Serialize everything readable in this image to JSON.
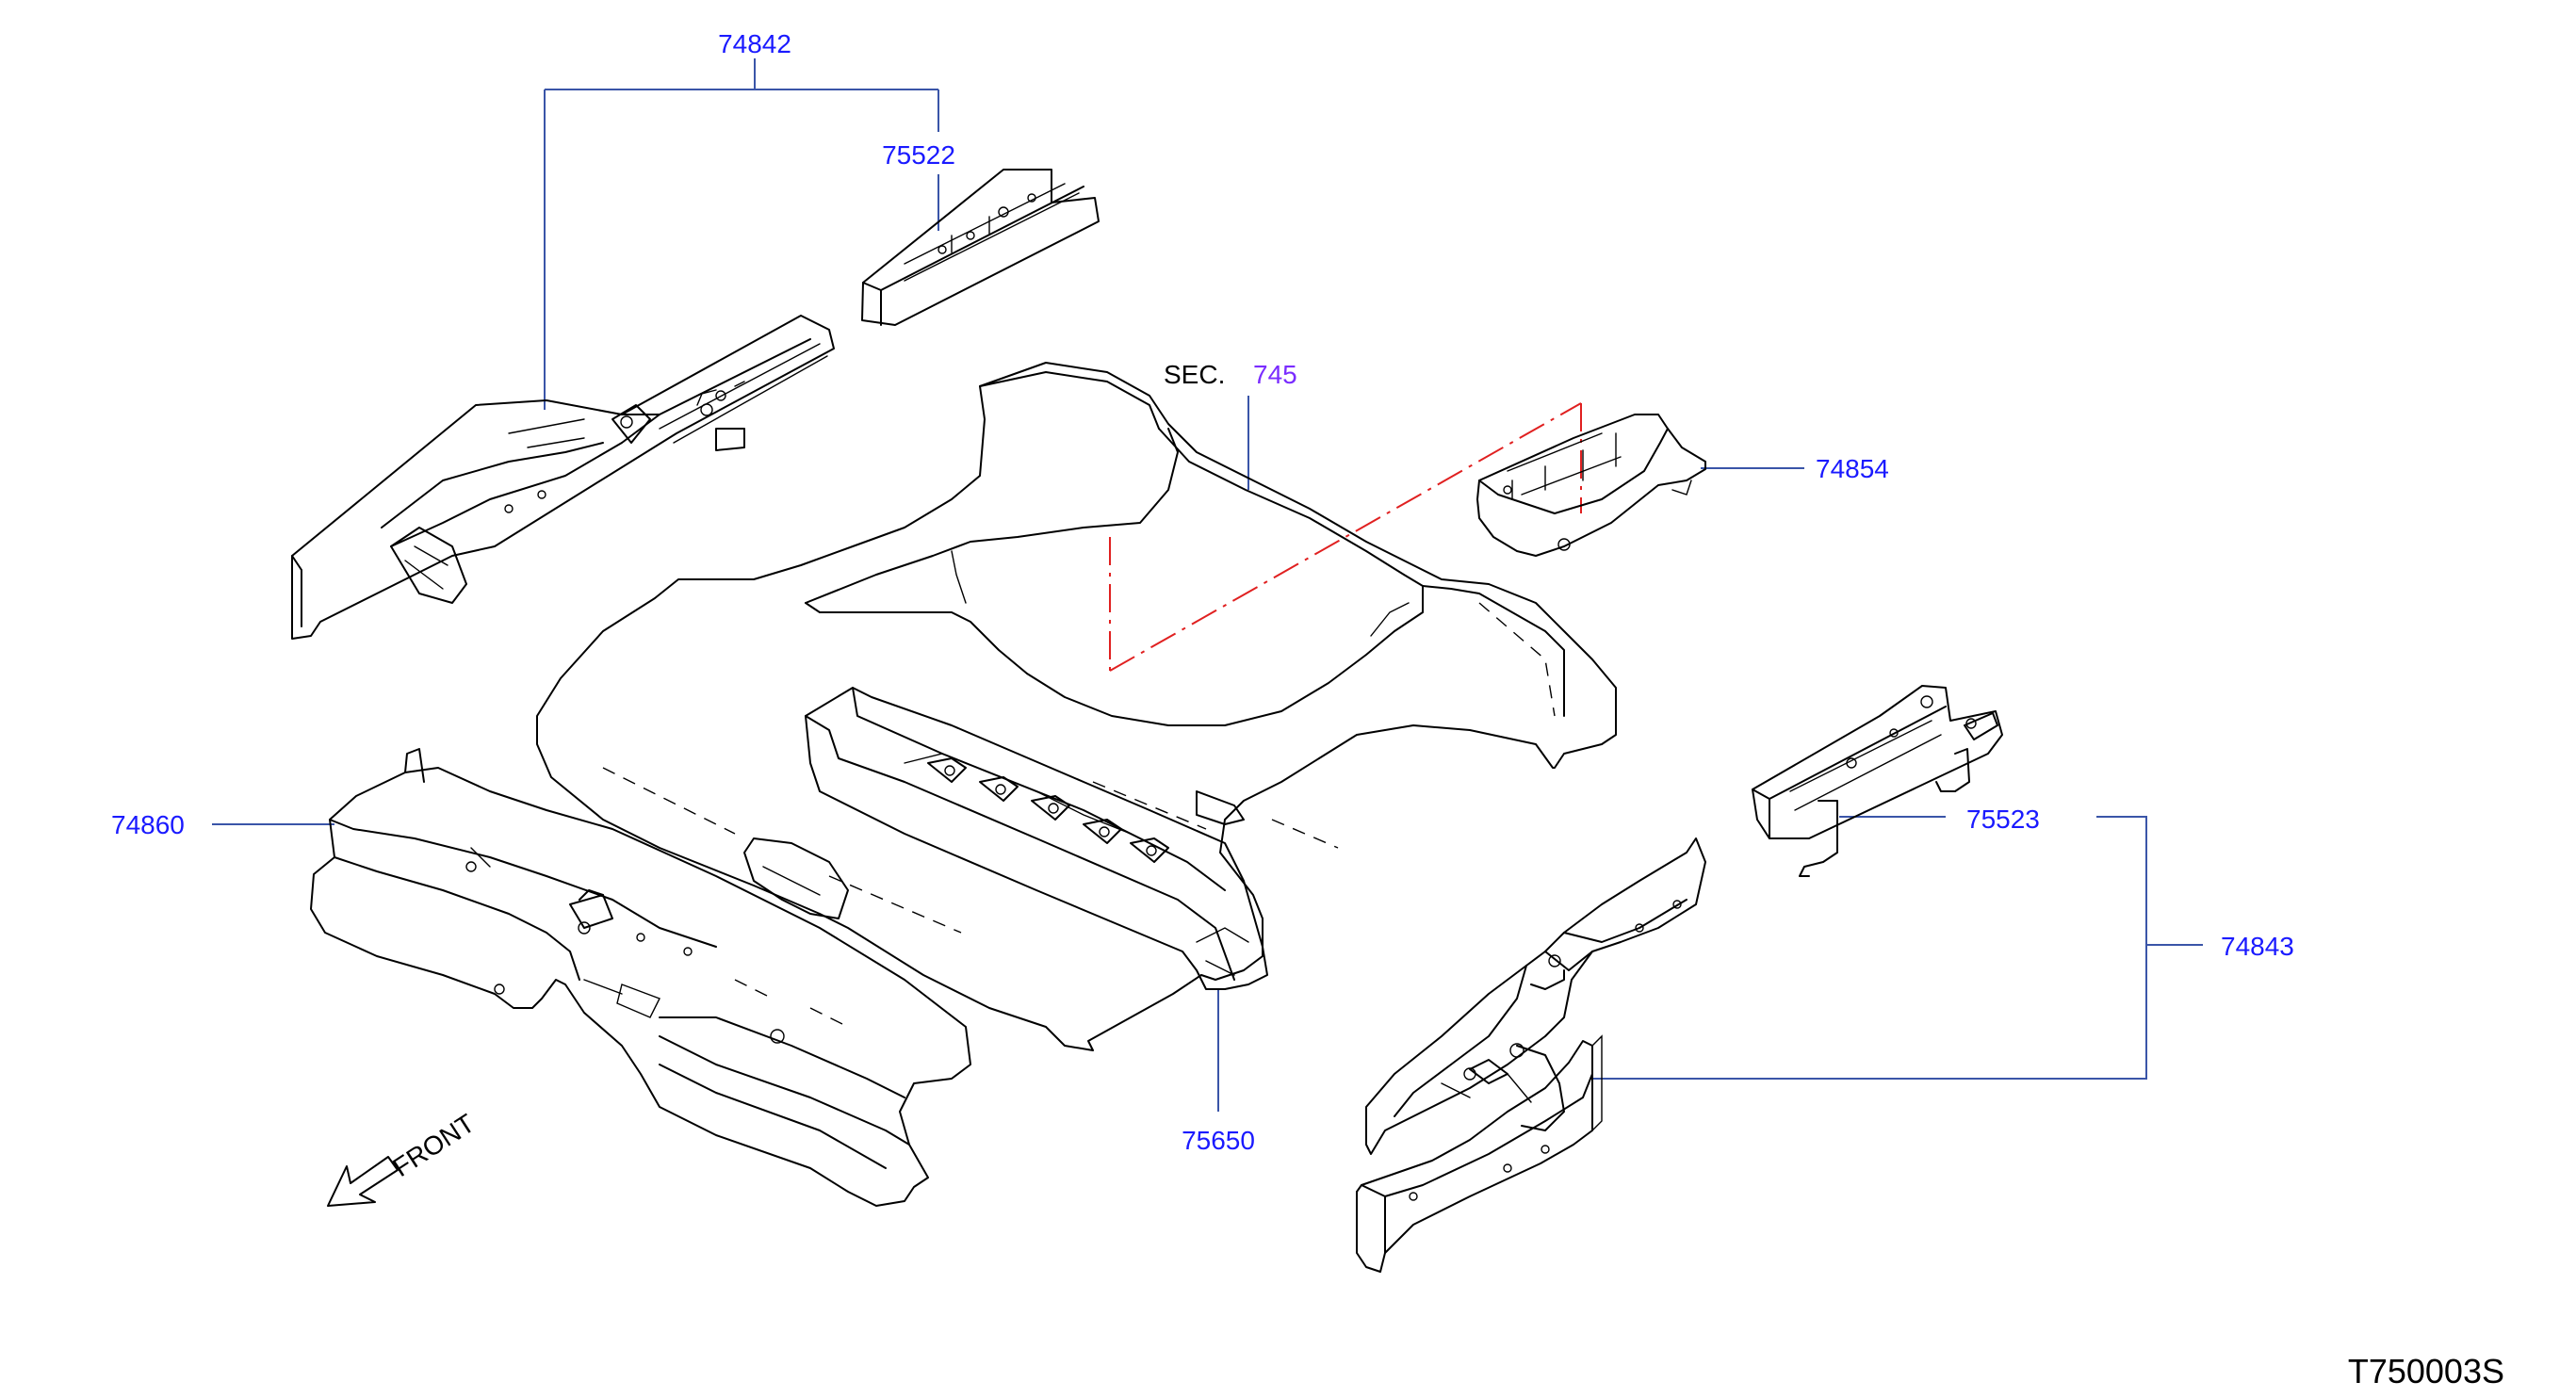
{
  "labels": {
    "p74842": "74842",
    "p75522": "75522",
    "sec_word": "SEC.",
    "sec_number": "745",
    "p74854": "74854",
    "p74860": "74860",
    "p75523": "75523",
    "p74843": "74843",
    "p75650": "75650",
    "front": "FRONT",
    "diagram_code": "T750003S"
  },
  "colors": {
    "part_label": "#1a1aff",
    "section_ref": "#7a2cff",
    "leader_line": "#3a55a8",
    "phantom_line": "#e02020",
    "outline": "#000000"
  }
}
